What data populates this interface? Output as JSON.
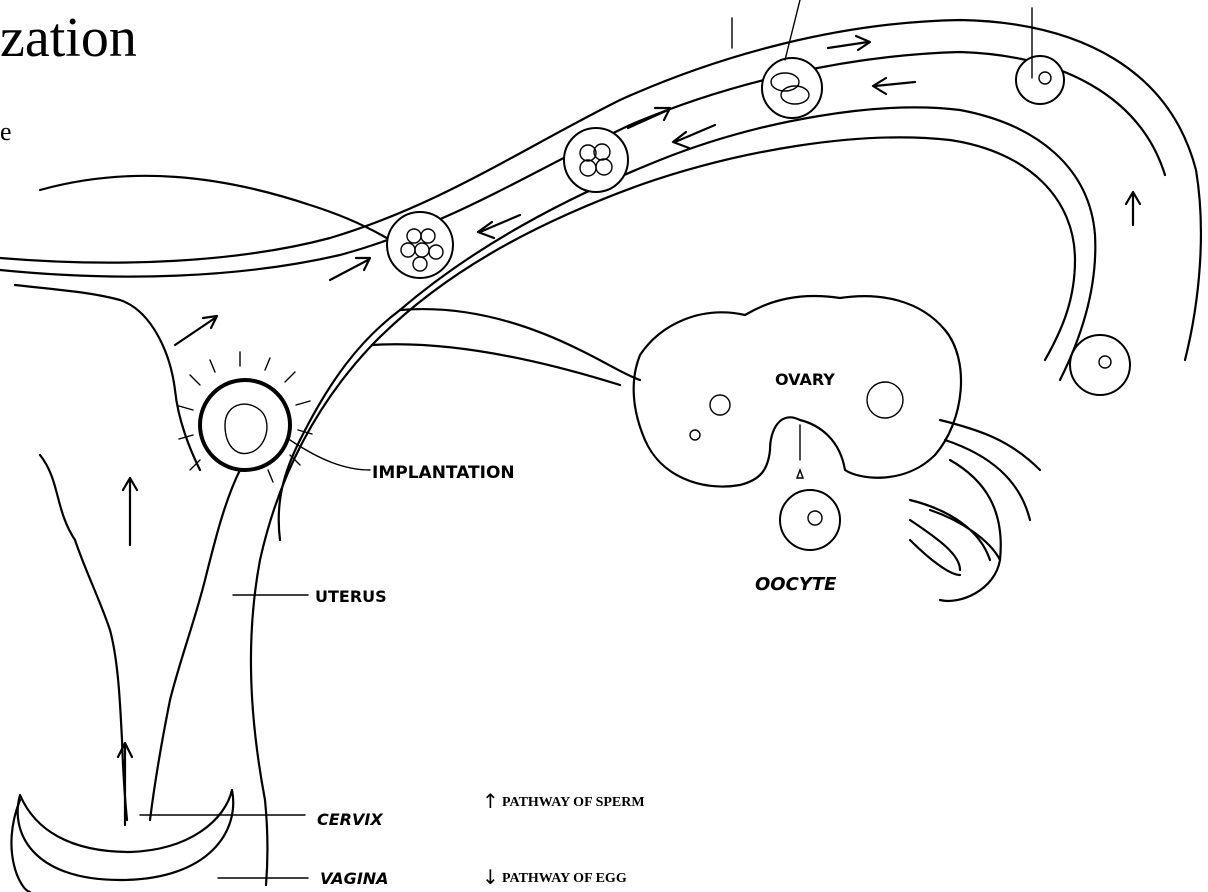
{
  "title": "zation",
  "title_stub": "e",
  "labels": {
    "ovary": "OVARY",
    "oocyte": "OOCYTE",
    "implantation": "IMPLANTATION",
    "uterus": "UTERUS",
    "cervix": "CERVIX",
    "vagina": "VAGINA"
  },
  "legend": {
    "sperm_arrow": "↑",
    "sperm_label": "PATHWAY OF SPERM",
    "egg_arrow": "↓",
    "egg_label": "PATHWAY OF EGG"
  }
}
